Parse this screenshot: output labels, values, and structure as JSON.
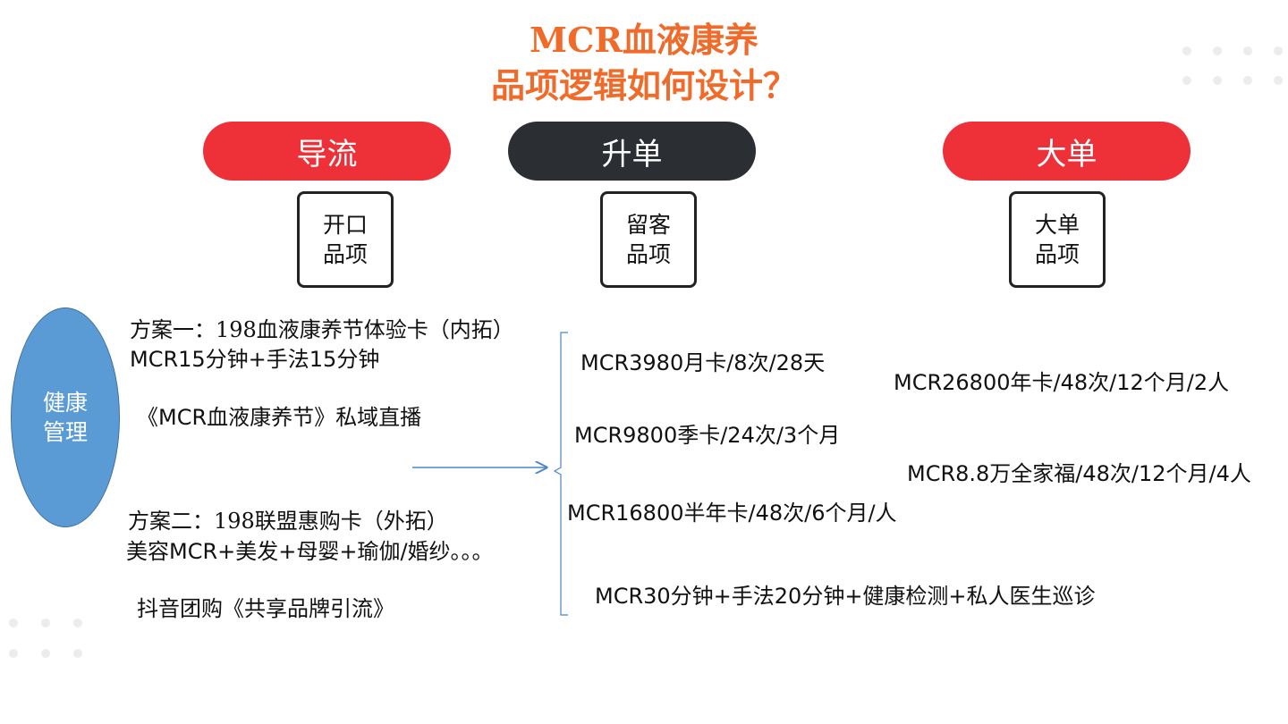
{
  "title": {
    "line1": "MCR血液康养",
    "line2": "品项逻辑如何设计？"
  },
  "categories": [
    {
      "label": "导流",
      "color": "#ee3038"
    },
    {
      "label": "升单",
      "color": "#2b2f33"
    },
    {
      "label": "大单",
      "color": "#ee3038"
    }
  ],
  "boxes": [
    {
      "line1": "开口",
      "line2": "品项"
    },
    {
      "line1": "留客",
      "line2": "品项"
    },
    {
      "line1": "大单",
      "line2": "品项"
    }
  ],
  "ellipse": {
    "line1": "健康",
    "line2": "管理"
  },
  "plan1": {
    "line1": "方案一：198血液康养节体验卡（内拓）",
    "line2": "MCR15分钟+手法15分钟",
    "line3": "《MCR血液康养节》私域直播"
  },
  "plan2": {
    "line1": "方案二：198联盟惠购卡（外拓）",
    "line2": "美容MCR+美发+母婴+瑜伽/婚纱。。。",
    "line3": "抖音团购《共享品牌引流》"
  },
  "upgrade_items": [
    "MCR3980月卡/8次/28天",
    "MCR9800季卡/24次/3个月",
    "MCR16800半年卡/48次/6个月/人",
    "MCR30分钟+手法20分钟+健康检测+私人医生巡诊"
  ],
  "big_items": [
    "MCR26800年卡/48次/12个月/2人",
    "MCR8.8万全家福/48次/12个月/4人"
  ],
  "colors": {
    "title": "#f06a2a",
    "accent_red": "#ee3038",
    "dark": "#2b2f33",
    "ellipse": "#5b9bd5",
    "connector": "#4a86c8"
  }
}
